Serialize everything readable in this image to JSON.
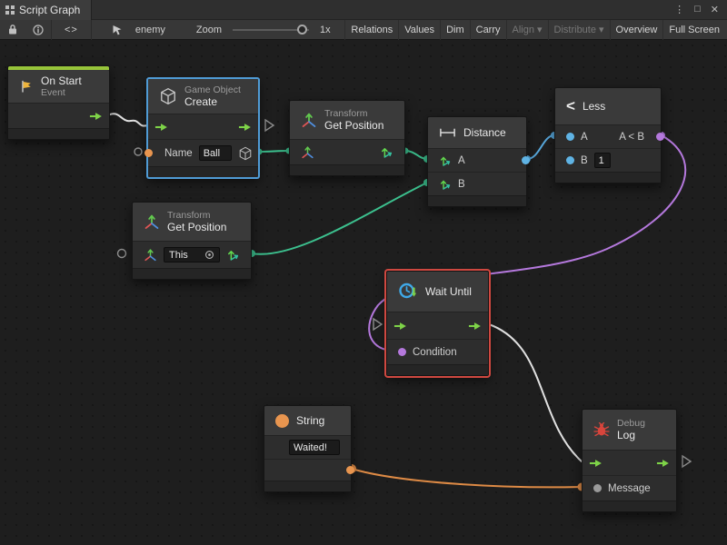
{
  "titlebar": {
    "tab_title": "Script Graph",
    "menu_glyph": "⋮",
    "maximize_glyph": "□",
    "close_glyph": "✕"
  },
  "toolbar": {
    "code_glyph": "<>",
    "target_name": "enemy",
    "zoom_label": "Zoom",
    "zoom_value": "1x",
    "caret": "▾",
    "buttons": {
      "relations": "Relations",
      "values": "Values",
      "dim": "Dim",
      "carry": "Carry",
      "align": "Align",
      "distribute": "Distribute",
      "overview": "Overview",
      "fullscreen": "Full Screen"
    }
  },
  "graph": {
    "nodes": {
      "on_start": {
        "line1": "On Start",
        "line2": "Event"
      },
      "create": {
        "line1": "Game Object",
        "line2": "Create",
        "name_label": "Name",
        "name_value": "Ball"
      },
      "get_position_1": {
        "line1": "Transform",
        "line2": "Get Position"
      },
      "distance": {
        "title": "Distance",
        "port_a": "A",
        "port_b": "B"
      },
      "less": {
        "glyph": "<",
        "title": "Less",
        "port_a": "A",
        "port_b": "B",
        "result_label": "A < B",
        "b_value": "1"
      },
      "get_position_2": {
        "line1": "Transform",
        "line2": "Get Position",
        "target_value": "This"
      },
      "wait_until": {
        "title": "Wait Until",
        "condition_label": "Condition"
      },
      "string": {
        "title": "String",
        "value": "Waited!"
      },
      "debug_log": {
        "line1": "Debug",
        "line2": "Log",
        "message_label": "Message"
      }
    }
  },
  "colors": {
    "flow_green": "#7ed348",
    "wire_white": "#e0e0e0",
    "wire_teal": "#3cc08e",
    "wire_blue": "#58a8dc",
    "wire_purple": "#b478dc",
    "wire_orange": "#dd8a45",
    "selection_blue": "#4f9bd5",
    "breakpoint_red": "#cf4840",
    "onstart_green": "#97c43a"
  }
}
